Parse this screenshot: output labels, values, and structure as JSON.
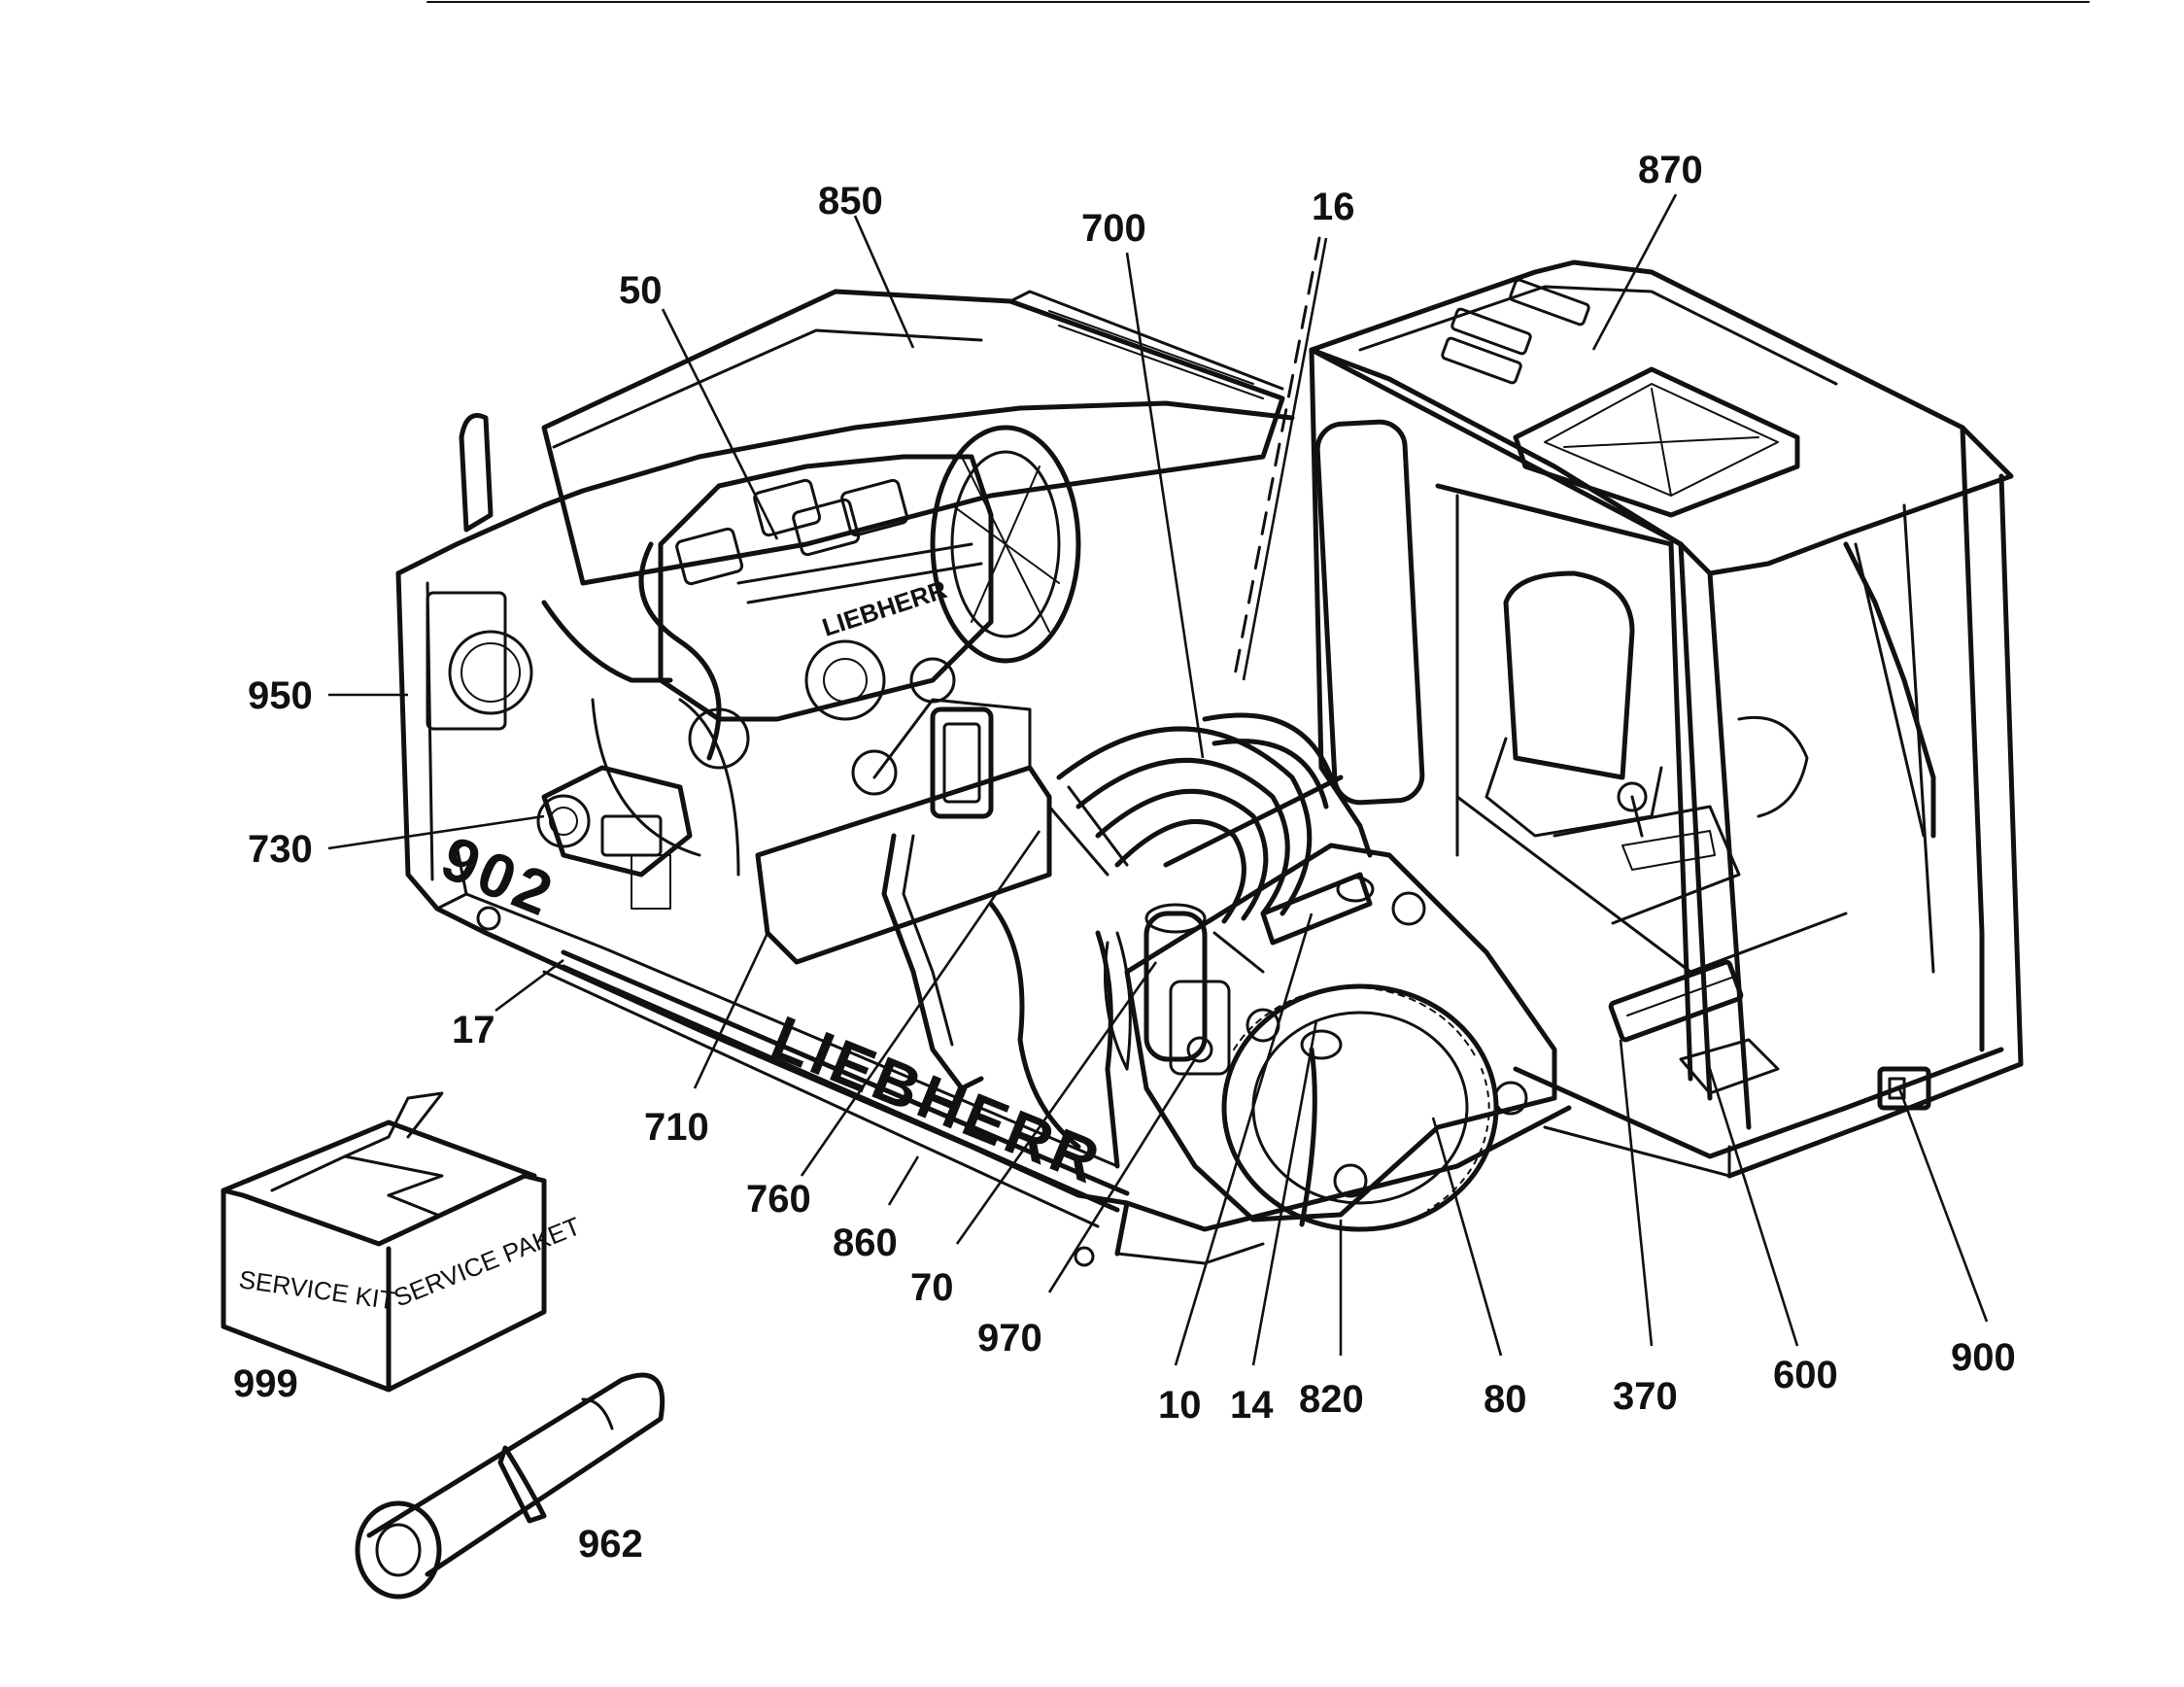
{
  "callouts": [
    {
      "id": "850",
      "label": "850"
    },
    {
      "id": "700",
      "label": "700"
    },
    {
      "id": "16",
      "label": "16"
    },
    {
      "id": "870",
      "label": "870"
    },
    {
      "id": "50",
      "label": "50"
    },
    {
      "id": "950",
      "label": "950"
    },
    {
      "id": "730",
      "label": "730"
    },
    {
      "id": "17",
      "label": "17"
    },
    {
      "id": "710",
      "label": "710"
    },
    {
      "id": "760",
      "label": "760"
    },
    {
      "id": "860",
      "label": "860"
    },
    {
      "id": "70",
      "label": "70"
    },
    {
      "id": "970",
      "label": "970"
    },
    {
      "id": "10",
      "label": "10"
    },
    {
      "id": "14",
      "label": "14"
    },
    {
      "id": "820",
      "label": "820"
    },
    {
      "id": "80",
      "label": "80"
    },
    {
      "id": "370",
      "label": "370"
    },
    {
      "id": "600",
      "label": "600"
    },
    {
      "id": "900",
      "label": "900"
    },
    {
      "id": "999",
      "label": "999"
    },
    {
      "id": "962",
      "label": "962"
    }
  ],
  "service_box": {
    "front_label": "SERVICE KIT",
    "side_label": "SERVICE PAKET"
  },
  "machine": {
    "brand_text": "LIEBHERR",
    "engine_brand": "LIEBHERR",
    "model_text": "902"
  }
}
